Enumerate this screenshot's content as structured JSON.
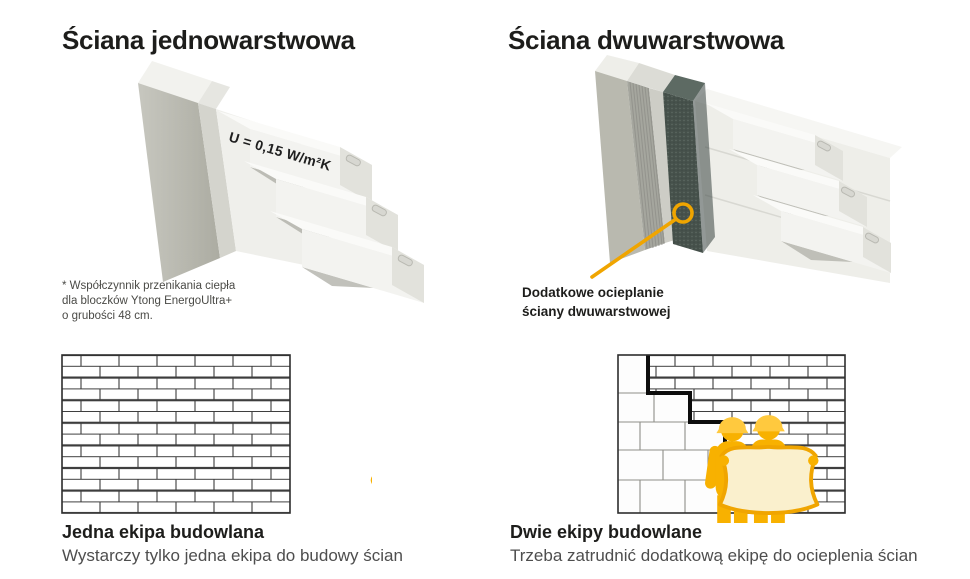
{
  "left": {
    "title": "Ściana jednowarstwowa",
    "diagram": {
      "u_value": "U = 0,15 W/m²K"
    },
    "footnote_lines": [
      "* Współczynnik przenikania ciepła",
      "dla bloczków Ytong EnergoUltra+",
      "o grubości 48 cm."
    ],
    "caption": {
      "heading": "Jedna ekipa budowlana",
      "description": "Wystarczy tylko jedna ekipa do budowy ścian"
    }
  },
  "right": {
    "title": "Ściana dwuwarstwowa",
    "annotation_lines": [
      "Dodatkowe ocieplanie",
      "ściany dwuwarstwowej"
    ],
    "caption": {
      "heading": "Dwie ekipy budowlane",
      "description": "Trzeba zatrudnić dodatkową ekipę do ocieplenia ścian"
    }
  },
  "colors": {
    "accent_yellow": "#F0A500",
    "worker_yellow": "#F8B100",
    "helmet_yellow": "#FFC93E",
    "blueprint_paper": "#FAF0CD",
    "insulation_dark": "#46514B",
    "heading_text": "#1D1D1B",
    "body_text": "#4E4E4E"
  },
  "icons": {
    "annotation_marker": "circle-outline-icon",
    "worker": "construction-worker-icon",
    "blueprint": "blueprint-icon"
  }
}
